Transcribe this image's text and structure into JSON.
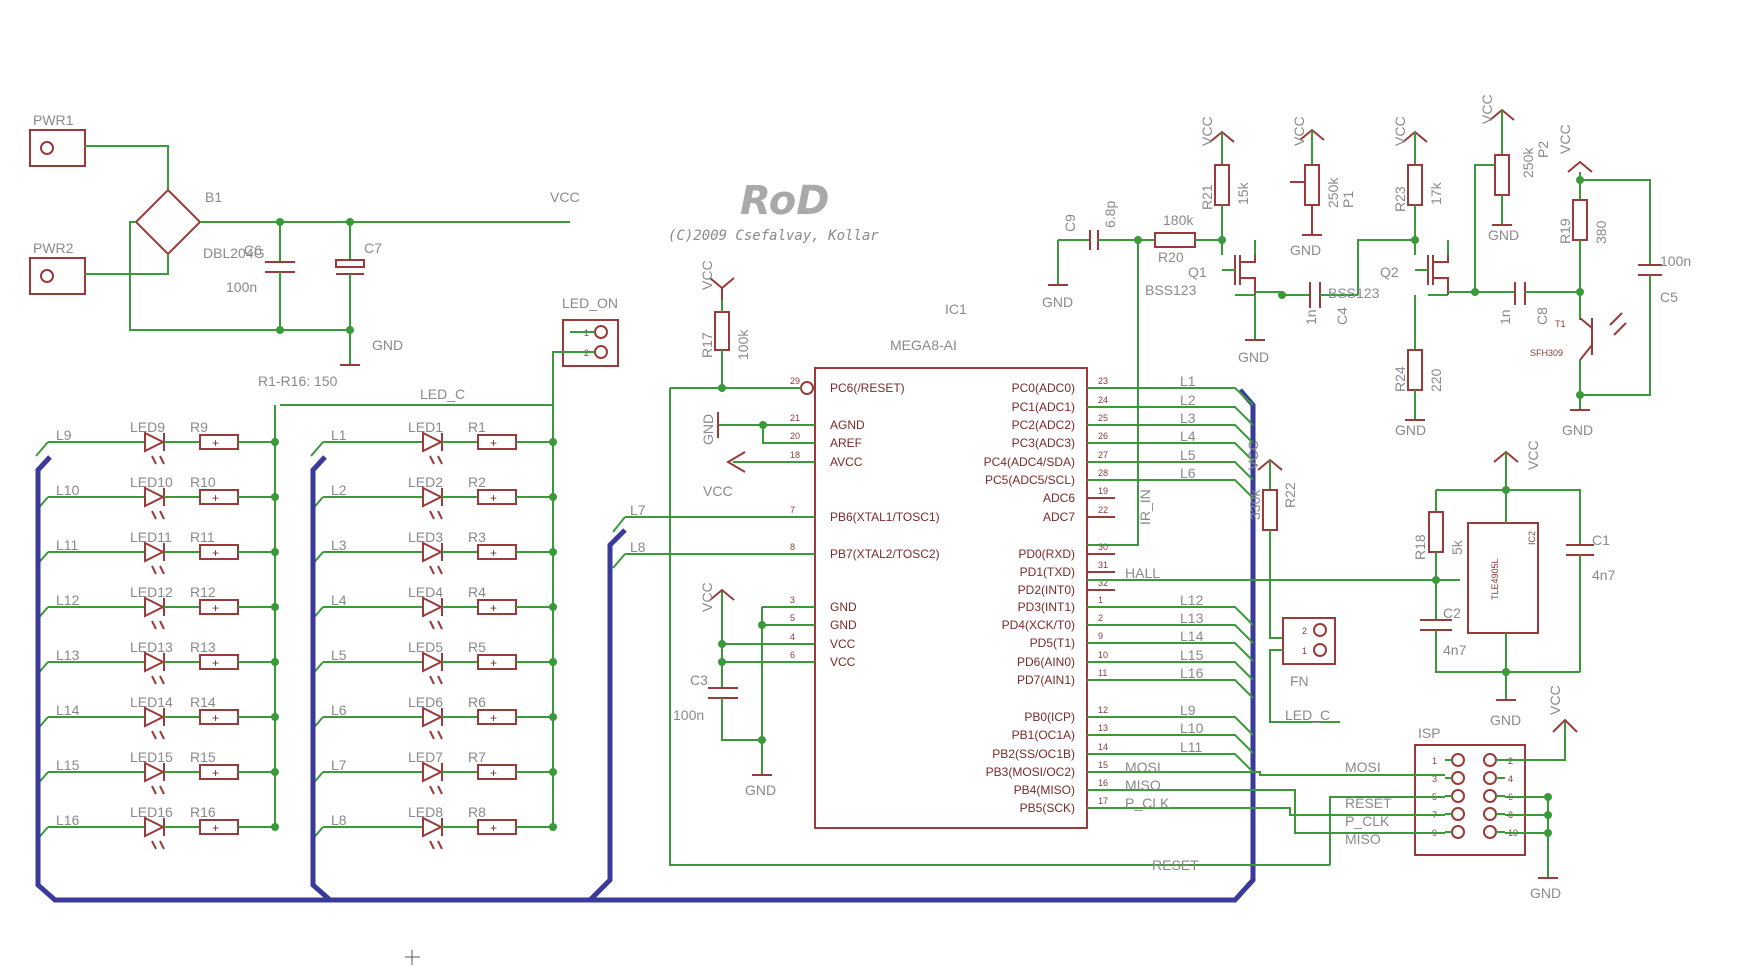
{
  "title": "RoD",
  "copyright": "(C)2009 Csefalvay, Kollar",
  "power": {
    "pwr1": "PWR1",
    "pwr2": "PWR2",
    "bridge": "B1",
    "bridge_type": "DBL204G",
    "c6": "C6",
    "c6_val": "100n",
    "c7": "C7",
    "vcc": "VCC",
    "gnd": "GND",
    "note": "R1-R16: 150",
    "led_c": "LED_C",
    "led_on": "LED_ON"
  },
  "mcu": {
    "name": "IC1",
    "type": "MEGA8-AI",
    "left_pins": [
      {
        "num": "29",
        "name": "PC6(/RESET)"
      },
      {
        "num": "21",
        "name": "AGND"
      },
      {
        "num": "20",
        "name": "AREF"
      },
      {
        "num": "18",
        "name": "AVCC"
      },
      {
        "num": "7",
        "name": "PB6(XTAL1/TOSC1)"
      },
      {
        "num": "8",
        "name": "PB7(XTAL2/TOSC2)"
      },
      {
        "num": "3",
        "name": "GND"
      },
      {
        "num": "5",
        "name": "GND"
      },
      {
        "num": "4",
        "name": "VCC"
      },
      {
        "num": "6",
        "name": "VCC"
      }
    ],
    "right_pins": [
      {
        "num": "23",
        "name": "PC0(ADC0)",
        "net": "L1"
      },
      {
        "num": "24",
        "name": "PC1(ADC1)",
        "net": "L2"
      },
      {
        "num": "25",
        "name": "PC2(ADC2)",
        "net": "L3"
      },
      {
        "num": "26",
        "name": "PC3(ADC3)",
        "net": "L4"
      },
      {
        "num": "27",
        "name": "PC4(ADC4/SDA)",
        "net": "L5"
      },
      {
        "num": "28",
        "name": "PC5(ADC5/SCL)",
        "net": "L6"
      },
      {
        "num": "19",
        "name": "ADC6",
        "net": ""
      },
      {
        "num": "22",
        "name": "ADC7",
        "net": ""
      },
      {
        "num": "30",
        "name": "PD0(RXD)",
        "net": ""
      },
      {
        "num": "31",
        "name": "PD1(TXD)",
        "net": ""
      },
      {
        "num": "32",
        "name": "PD2(INT0)",
        "net": "HALL"
      },
      {
        "num": "1",
        "name": "PD3(INT1)",
        "net": "L12"
      },
      {
        "num": "2",
        "name": "PD4(XCK/T0)",
        "net": "L13"
      },
      {
        "num": "9",
        "name": "PD5(T1)",
        "net": "L14"
      },
      {
        "num": "10",
        "name": "PD6(AIN0)",
        "net": "L15"
      },
      {
        "num": "11",
        "name": "PD7(AIN1)",
        "net": "L16"
      },
      {
        "num": "12",
        "name": "PB0(ICP)",
        "net": "L9"
      },
      {
        "num": "13",
        "name": "PB1(OC1A)",
        "net": "L10"
      },
      {
        "num": "14",
        "name": "PB2(SS/OC1B)",
        "net": "L11"
      },
      {
        "num": "15",
        "name": "PB3(MOSI/OC2)",
        "net": "MOSI"
      },
      {
        "num": "16",
        "name": "PB4(MISO)",
        "net": "MISO"
      },
      {
        "num": "17",
        "name": "PB5(SCK)",
        "net": "P_CLK"
      }
    ],
    "l7": "L7",
    "l8": "L8",
    "ir_in": "IR_IN",
    "reset": "RESET"
  },
  "left_leds": [
    {
      "led": "LED9",
      "res": "R9",
      "net": "L9"
    },
    {
      "led": "LED10",
      "res": "R10",
      "net": "L10"
    },
    {
      "led": "LED11",
      "res": "R11",
      "net": "L11"
    },
    {
      "led": "LED12",
      "res": "R12",
      "net": "L12"
    },
    {
      "led": "LED13",
      "res": "R13",
      "net": "L13"
    },
    {
      "led": "LED14",
      "res": "R14",
      "net": "L14"
    },
    {
      "led": "LED15",
      "res": "R15",
      "net": "L15"
    },
    {
      "led": "LED16",
      "res": "R16",
      "net": "L16"
    }
  ],
  "mid_leds": [
    {
      "led": "LED1",
      "res": "R1",
      "net": "L1"
    },
    {
      "led": "LED2",
      "res": "R2",
      "net": "L2"
    },
    {
      "led": "LED3",
      "res": "R3",
      "net": "L3"
    },
    {
      "led": "LED4",
      "res": "R4",
      "net": "L4"
    },
    {
      "led": "LED5",
      "res": "R5",
      "net": "L5"
    },
    {
      "led": "LED6",
      "res": "R6",
      "net": "L6"
    },
    {
      "led": "LED7",
      "res": "R7",
      "net": "L7"
    },
    {
      "led": "LED8",
      "res": "R8",
      "net": "L8"
    }
  ],
  "misc": {
    "r17": "R17",
    "r17_val": "100k",
    "c3": "C3",
    "c3_val": "100n",
    "c9": "C9",
    "c9_val": "6.8p",
    "r20": "R20",
    "r20_val": "180k",
    "r21": "R21",
    "r21_val": "15k",
    "q1": "Q1",
    "q1_type": "BSS123",
    "p1": "P1",
    "p1_val": "250k",
    "c4": "C4",
    "c4_val": "1n",
    "r23": "R23",
    "r23_val": "17k",
    "q2": "Q2",
    "q2_type": "BSS123",
    "r24": "R24",
    "r24_val": "220",
    "p2": "P2",
    "p2_val": "250k",
    "c8": "C8",
    "c8_val": "1n",
    "r19": "R19",
    "r19_val": "380",
    "c5": "C5",
    "c5_val": "100n",
    "t1": "T1",
    "t1_type": "SFH309",
    "r22": "R22",
    "r22_val": "330k",
    "fn": "FN",
    "r18": "R18",
    "r18_val": "5k",
    "c2": "C2",
    "c2_val": "4n7",
    "c1": "C1",
    "c1_val": "4n7",
    "ic2": "IC2",
    "ic2_type": "TLE4905L",
    "isp": "ISP",
    "mosi": "MOSI",
    "reset": "RESET",
    "p_clk": "P_CLK",
    "miso": "MISO"
  }
}
